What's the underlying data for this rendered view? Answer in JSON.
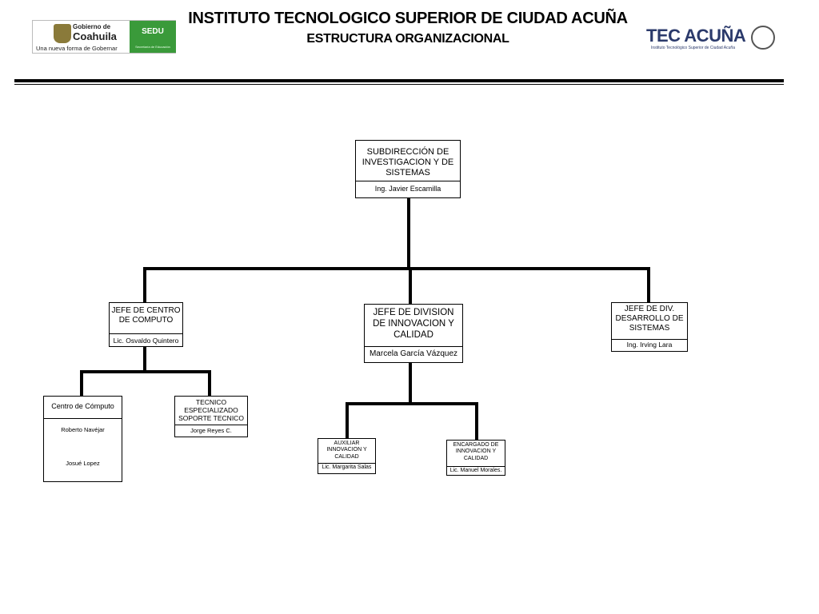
{
  "header": {
    "title": "INSTITUTO TECNOLOGICO SUPERIOR DE CIUDAD ACUÑA",
    "subtitle": "ESTRUCTURA ORGANIZACIONAL",
    "logo_left": {
      "top_text": "Gobierno de",
      "main_text": "Coahuila",
      "tagline": "Una nueva forma de Gobernar",
      "badge": "SEDU",
      "badge_sub": "Secretaría de Educación",
      "badge_color": "#3a9a3a"
    },
    "logo_right": {
      "text": "TEC ACUÑA",
      "sub": "Instituto Tecnológico Superior de Ciudad Acuña",
      "color": "#2b3a6b"
    }
  },
  "org": {
    "root": {
      "title": "SUBDIRECCIÓN DE INVESTIGACION Y DE SISTEMAS",
      "person": "Ing. Javier Escamilla"
    },
    "computo": {
      "title": "JEFE DE CENTRO DE COMPUTO",
      "person": "Lic. Osvaldo Quintero"
    },
    "innovacion": {
      "title": "JEFE DE DIVISION DE INNOVACION Y CALIDAD",
      "person": "Marcela García Vázquez"
    },
    "desarrollo": {
      "title": "JEFE DE DIV. DESARROLLO DE SISTEMAS",
      "person": "Ing. Irving Lara"
    },
    "centro": {
      "title": "Centro de Cómputo",
      "person1": "Roberto Navéjar",
      "person2": "Josué Lopez"
    },
    "tecnico": {
      "title": "TECNICO ESPECIALIZADO SOPORTE TECNICO",
      "person": "Jorge Reyes C."
    },
    "auxiliar": {
      "title": "AUXILIAR INNOVACION Y CALIDAD",
      "person": "Lic. Margarita Salas"
    },
    "encargado": {
      "title": "ENCARGADO DE INNOVACION Y CALIDAD",
      "person": "Lic. Manuel Morales."
    }
  }
}
